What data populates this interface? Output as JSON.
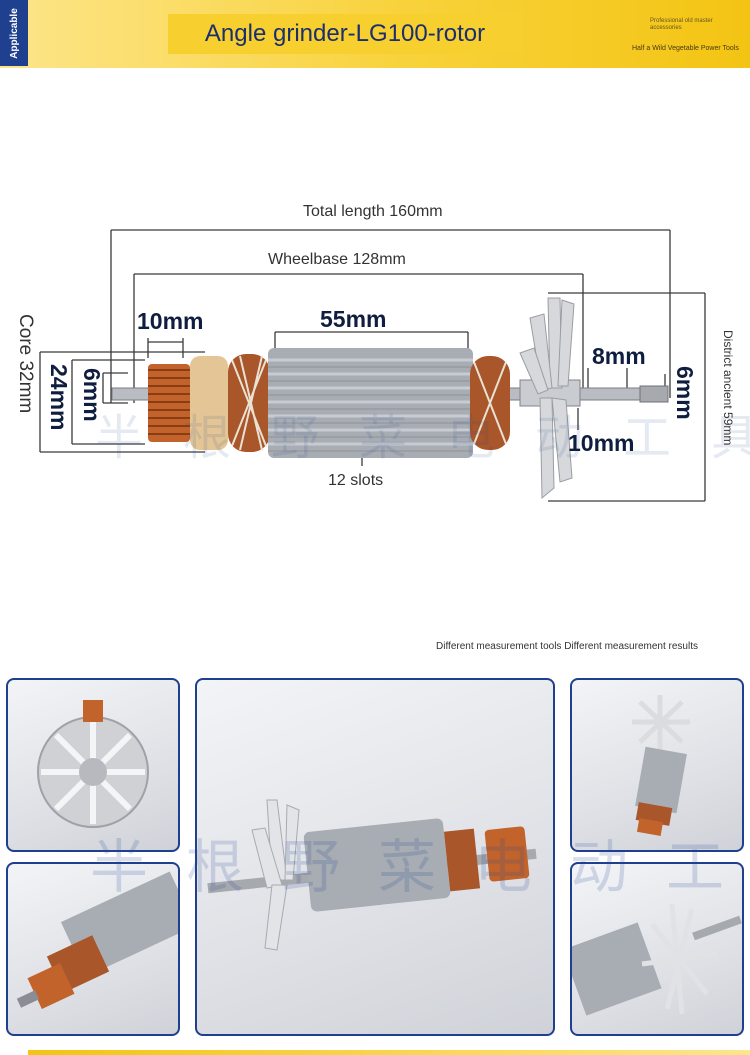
{
  "header": {
    "side_tab": "Applicable",
    "title": "Angle grinder-LG100-rotor",
    "brand_line": "Professional old master accessories",
    "brand_sub": "Half a Wild Vegetable Power Tools"
  },
  "dimensions": {
    "total_length": "Total length 160mm",
    "wheelbase": "Wheelbase 128mm",
    "core": "Core 32mm",
    "commutator_diameter": "24mm",
    "shaft_left": "6mm",
    "commutator_length": "10mm",
    "stack_length": "55mm",
    "slots": "12 slots",
    "shaft_right_step": "8mm",
    "shaft_right_end": "6mm",
    "fan_offset": "10mm",
    "fan_span": "District ancient 59mm"
  },
  "note": "Different measurement tools Different measurement results",
  "watermark": "半根野菜电动工具",
  "colors": {
    "accent_blue": "#1f3f8f",
    "header_yellow": "#f7cf2e",
    "copper": "#c1632b"
  }
}
